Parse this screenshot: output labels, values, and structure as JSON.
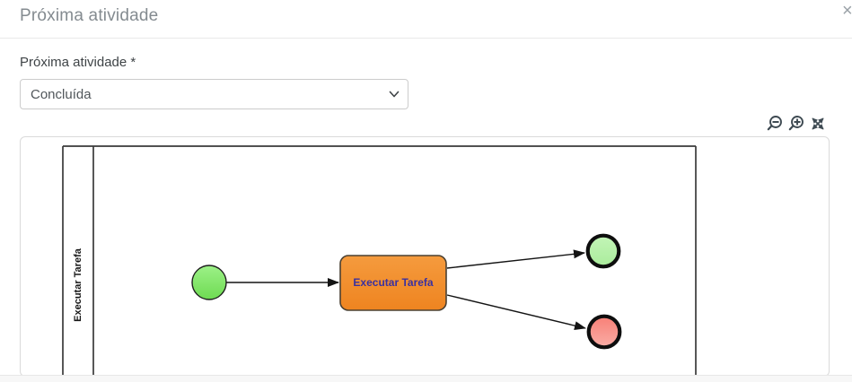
{
  "modal": {
    "title": "Próxima atividade",
    "close_label": "×"
  },
  "form": {
    "label": "Próxima atividade *",
    "select": {
      "value": "Concluída"
    }
  },
  "viewer_toolbar": {
    "zoom_out_icon": "zoom-out",
    "zoom_in_icon": "zoom-in",
    "fullscreen_icon": "expand-arrows",
    "icon_color": "#3E4A52"
  },
  "diagram": {
    "lane_label": "Executar Tarefa",
    "task_label": "Executar Tarefa",
    "colors": {
      "lane_stroke": "#3A3A3A",
      "flow_stroke": "#141414",
      "task_fill_top": "#F59B3E",
      "task_fill_bottom": "#EE8420",
      "task_border": "#4A4032",
      "task_text": "#3A31A0",
      "start_fill_top": "#9DF188",
      "start_fill_bottom": "#6EDB52",
      "start_border": "#1F1F1F",
      "end_ok_fill_top": "#C3F5B7",
      "end_ok_fill_bottom": "#AAEC9C",
      "end_error_fill_top": "#F87F76",
      "end_error_fill_bottom": "#F9ADA6",
      "end_border": "#0E0E0E"
    }
  }
}
